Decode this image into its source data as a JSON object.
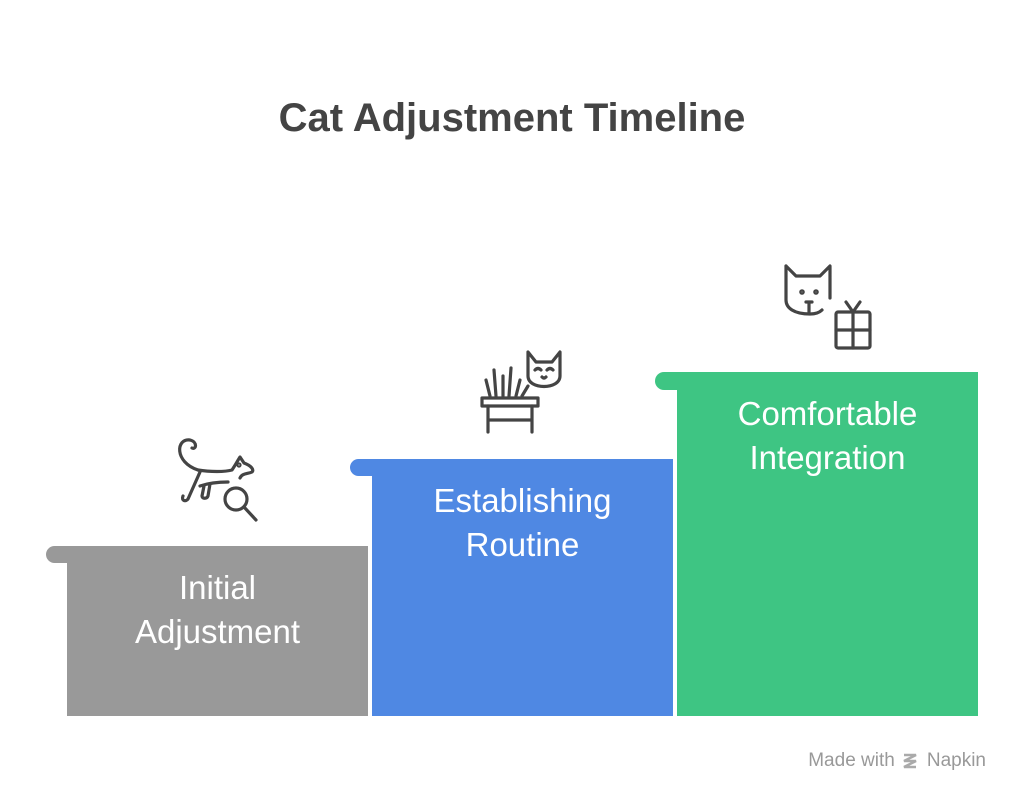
{
  "title": "Cat Adjustment Timeline",
  "steps": [
    {
      "label_line1": "Initial",
      "label_line2": "Adjustment",
      "color": "#999999",
      "icon": "cat-magnifier-icon"
    },
    {
      "label_line1": "Establishing",
      "label_line2": "Routine",
      "color": "#4f88e3",
      "icon": "cat-litter-box-icon"
    },
    {
      "label_line1": "Comfortable",
      "label_line2": "Integration",
      "color": "#3ec583",
      "icon": "cat-gift-icon"
    }
  ],
  "footer": {
    "made_with": "Made with",
    "brand": "Napkin"
  }
}
